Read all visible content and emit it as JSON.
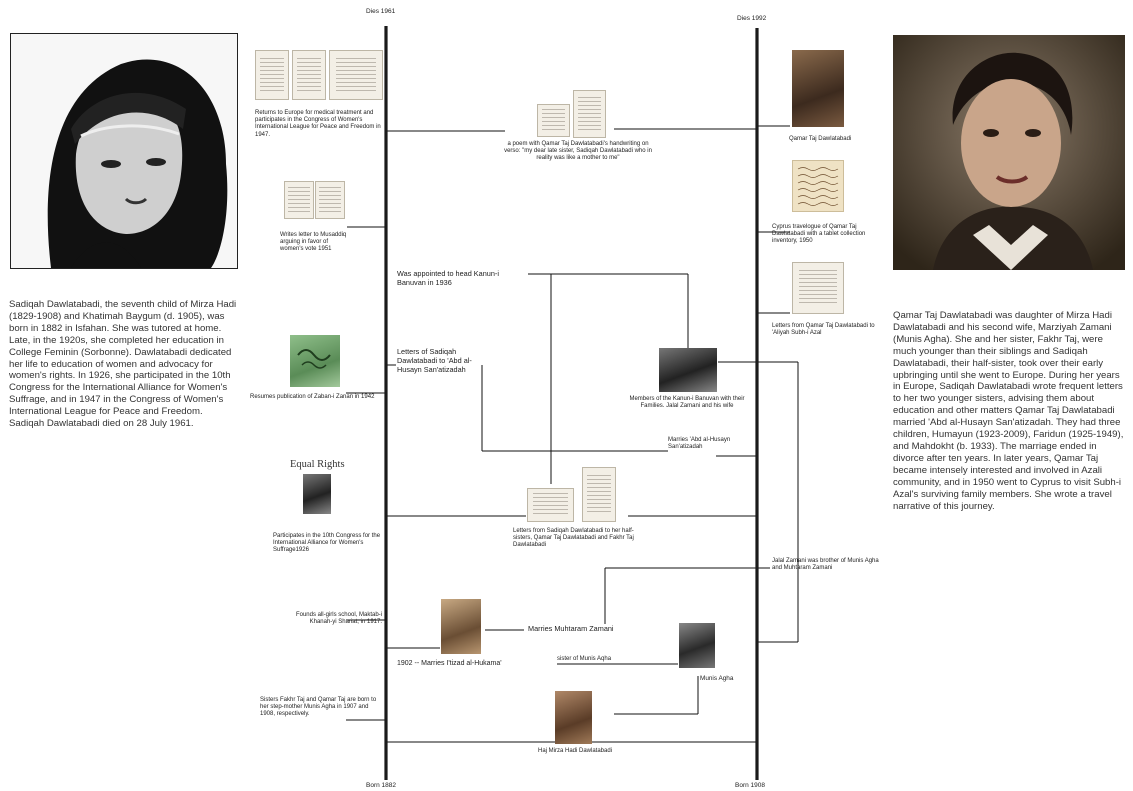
{
  "left_timeline": {
    "top_label": "Dies 1961",
    "bottom_label": "Born 1882"
  },
  "right_timeline": {
    "top_label": "Dies 1992",
    "bottom_label": "Born 1908"
  },
  "left_bio": "Sadiqah Dawlatabadi, the seventh child of Mirza Hadi (1829-1908) and Khatimah Baygum (d. 1905), was born in 1882 in Isfahan. She was tutored at home. Late, in the 1920s, she completed her education in College Feminin (Sorbonne). Dawlatabadi dedicated her life to education of women and advocacy for women's rights. In 1926, she participated in the 10th Congress for the International Alliance for Women's Suffrage, and in 1947 in the Congress of Women's International League for Peace and Freedom. Sadiqah Dawlatabadi died on 28 July 1961.",
  "right_bio": "Qamar Taj Dawlatabadi was daughter of Mirza Hadi Dawlatabadi and his second wife, Marziyah Zamani (Munis Agha). She and her sister, Fakhr Taj, were much younger than their siblings and Sadiqah Dawlatabadi, their half-sister, took over their early upbringing until she went to Europe. During her years in Europe, Sadiqah Dawlatabadi wrote frequent letters to her two younger sisters, advising them about education and other matters Qamar Taj Dawlatabadi married 'Abd al-Husayn San'atizadah. They had three children, Humayun (1923-2009), Faridun (1925-1949), and Mahdokht (b. 1933). The marriage ended in divorce after ten years. In later years, Qamar Taj became intensely interested and involved in Azali community, and in 1950 went to Cyprus to visit Subh-i Azal's surviving family members. She wrote a travel narrative of this journey.",
  "events": {
    "returns_europe": "Returns to Europe for medical treatment and participates in the Congress of Women's International League for Peace and Freedom in 1947.",
    "poem": "a poem with Qamar Taj Dawlatabadi's handwriting on verso: \"my dear late sister, Sadiqah Dawlatabadi who in reality was like a mother to me\"",
    "qamar_taj": "Qamar Taj Dawlatabadi",
    "writes_letter": "Writes letter to Musaddiq arguing in favor of women's vote 1951",
    "cyprus": "Cyprus travelogue of Qamar Taj Dawlatabadi with a tablet collection inventory, 1950",
    "kanun_head": "Was appointed to head Kanun-i Banuvan in 1936",
    "letters_aliyah": "Letters from Qamar Taj Dawlatabadi to 'Aliyah Subh-i Azal",
    "letters_sanatizadah": "Letters of Sadiqah Dawlatabadi to 'Abd al-Husayn San'atizadah",
    "zaban": "Resumes publication of Zaban-i Zanan in 1942",
    "kanun_members": "Members of the Kanun-i Banuvan with their Families. Jalal Zamani and his wife",
    "marries_abd": "Marries 'Abd al-Husayn San'atizadah",
    "equal_rights_title": "Equal Rights",
    "congress_10th": "Participates in the 10th Congress for the International Alliance for Women's Suffrage1926",
    "letters_halfsisters": "Letters from Sadiqah Dawlatabadi to her half-sisters, Qamar Taj Dawlatabadi and Fakhr Taj Dawlatabadi",
    "jalal": "Jalal Zamani was brother of Munis Agha and Muhtaram Zamani",
    "founds_school": "Founds all-girls school, Maktab-i Khanah-yi Shariat, in 1917.",
    "marries_muhtaram": "Marries Muhtaram Zamani",
    "sister_munis": "sister of Munis Aqha",
    "marries_itizad": "1902 -- Marries I'tizad al-Hukama'",
    "munis_agha": "Munis  Agha",
    "sisters_born": "Sisters Fakhr Taj and Qamar Taj are born to her step-mother Munis Agha in 1907 and 1908, respectively.",
    "haj_mirza": "Haj Mirza Hadi Dawlatabadi"
  },
  "colors": {
    "line": "#111111",
    "timeline": "#1a1a1a",
    "text": "#222222"
  }
}
